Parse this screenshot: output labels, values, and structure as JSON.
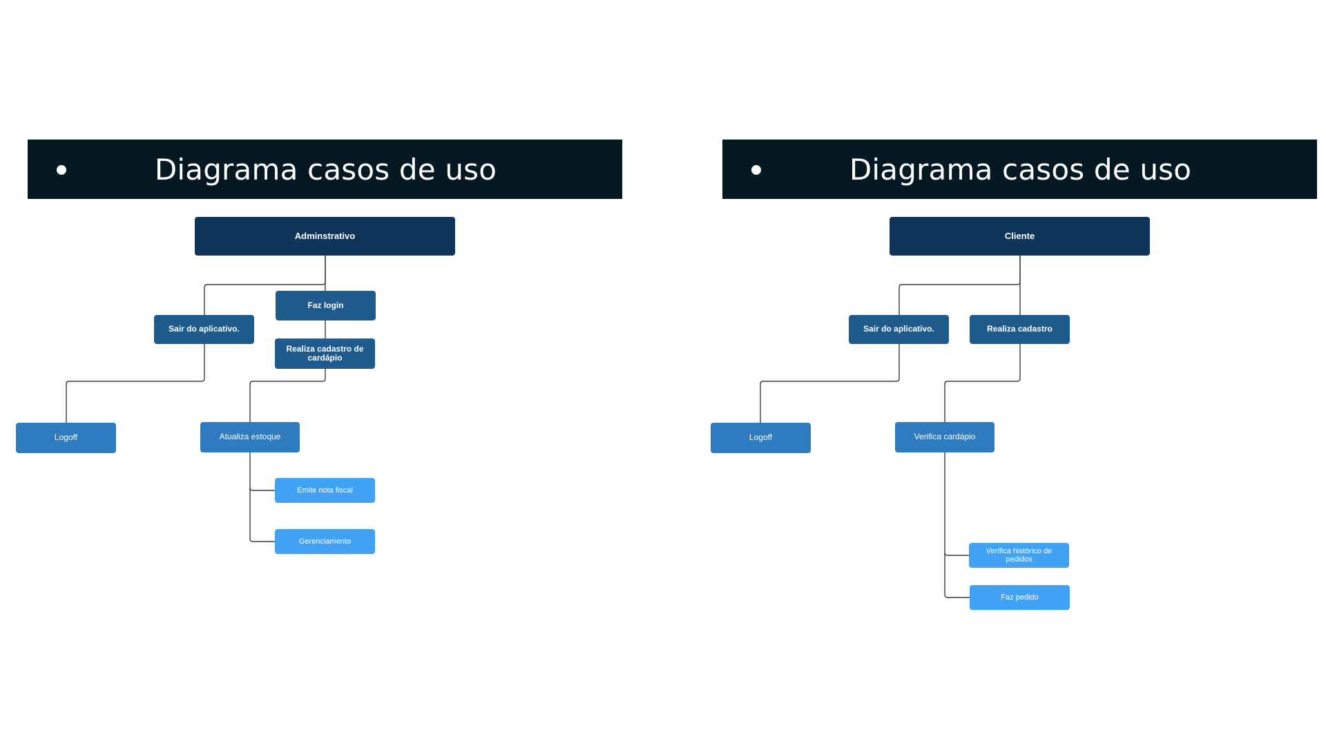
{
  "panels": {
    "left": {
      "title": "Diagrama casos de uso",
      "root": "Adminstrativo",
      "sair": "Sair do aplicativo.",
      "login": "Faz login",
      "cadastro_cardapio": "Realiza cadastro de cardápio",
      "logoff": "Logoff",
      "estoque": "Atualiza estoque",
      "nota_fiscal": "Emite nota fiscal",
      "gerenciamento": "Gerenciamento"
    },
    "right": {
      "title": "Diagrama casos de uso",
      "root": "Cliente",
      "sair": "Sair do aplicativo.",
      "cadastro": "Realiza cadastro",
      "logoff": "Logoff",
      "cardapio": "Verifica cardápio",
      "historico": "Verifica histórico de pedidos",
      "pedido": "Faz pedido"
    }
  },
  "colors": {
    "header_bg": "#061922",
    "root_node": "#0f3558",
    "level1_node": "#1e5a8c",
    "level2_node": "#2e7bbf",
    "level3_node": "#41a1f2",
    "connector": "#3a3a3a"
  }
}
